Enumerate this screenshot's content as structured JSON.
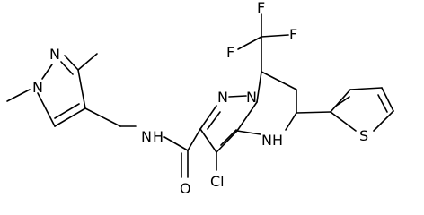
{
  "molecule": {
    "labels": {
      "F_top": "F",
      "F_left": "F",
      "F_right": "F",
      "N_pyrazole_a": "N",
      "N_pyrazole_b": "N",
      "N_amide": "N",
      "H_amide": "H",
      "O": "O",
      "N_bridge_top": "N",
      "N_bridge_low": "N",
      "NH_ring": "NH",
      "N_ring_b": "N",
      "Cl": "Cl",
      "H_ring": "H",
      "S": "S"
    },
    "colors": {
      "bond": "#000000",
      "text": "#000000",
      "background": "#ffffff"
    }
  }
}
